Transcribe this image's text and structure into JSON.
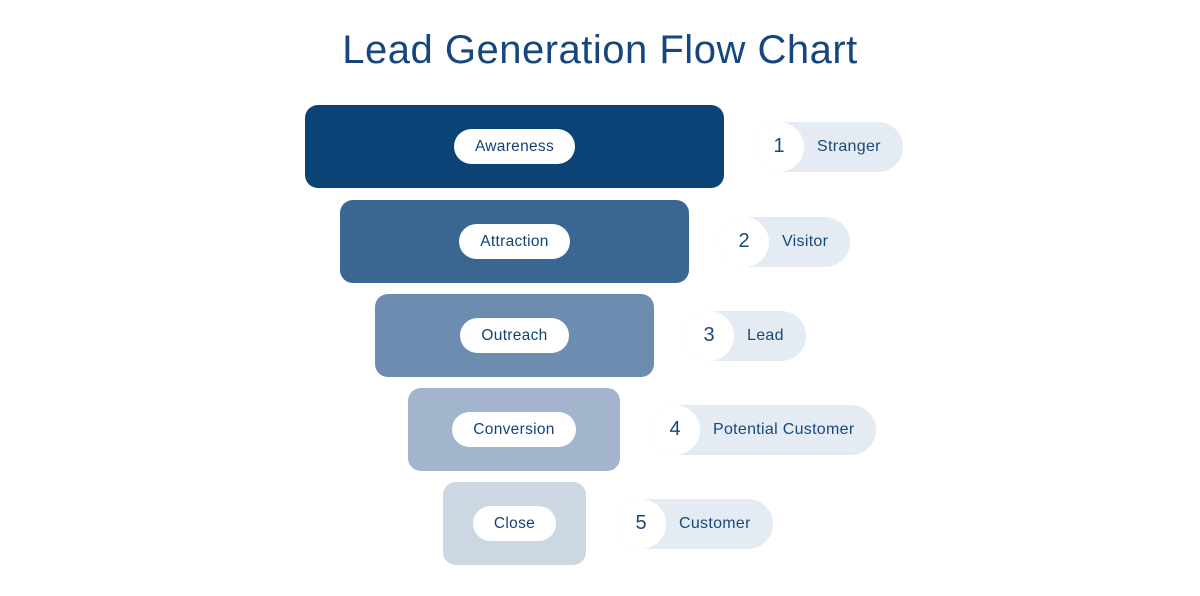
{
  "title": "Lead Generation Flow Chart",
  "theme": {
    "background": "#ffffff",
    "title_color": "#15477E",
    "label_text_color": "#134374",
    "badge_bg": "#E4EBF3",
    "badge_text_color": "#17497B",
    "pill_bg": "#ffffff",
    "circle_bg": "#ffffff"
  },
  "funnel": {
    "stages": [
      {
        "label": "Awareness",
        "step": "1",
        "persona": "Stranger",
        "bar_color": "#0C4377"
      },
      {
        "label": "Attraction",
        "step": "2",
        "persona": "Visitor",
        "bar_color": "#3A6792"
      },
      {
        "label": "Outreach",
        "step": "3",
        "persona": "Lead",
        "bar_color": "#6C8DB0"
      },
      {
        "label": "Conversion",
        "step": "4",
        "persona": "Potential Customer",
        "bar_color": "#A3B4CD"
      },
      {
        "label": "Close",
        "step": "5",
        "persona": "Customer",
        "bar_color": "#CDD7E3"
      }
    ]
  }
}
